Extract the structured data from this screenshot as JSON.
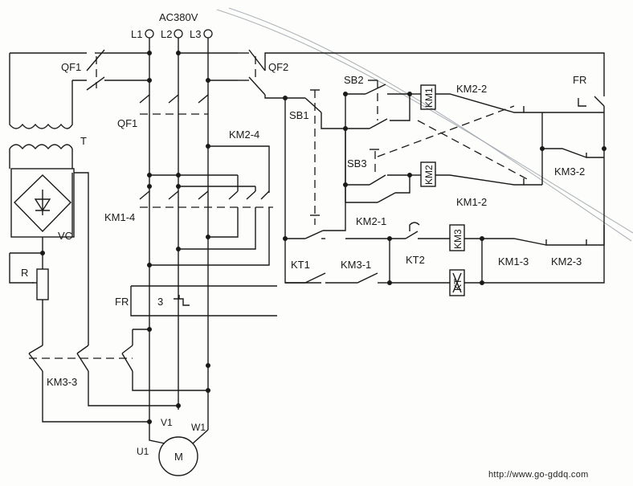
{
  "labels": {
    "supply": "AC380V",
    "l1": "L1",
    "l2": "L2",
    "l3": "L3",
    "qf1_top": "QF1",
    "qf2": "QF2",
    "qf1_main": "QF1",
    "transformer": "T",
    "rectifier": "VC",
    "resistor": "R",
    "km2_4": "KM2-4",
    "km1_4": "KM1-4",
    "fr_main": "FR",
    "fr_num": "3",
    "km3_3": "KM3-3",
    "v1": "V1",
    "w1": "W1",
    "u1": "U1",
    "motor": "M",
    "sb1": "SB1",
    "sb2": "SB2",
    "sb3": "SB3",
    "km1_coil": "KM1",
    "km2_coil": "KM2",
    "km3_coil": "KM3",
    "kt_coil": "KT",
    "km2_2": "KM2-2",
    "fr_ctrl": "FR",
    "km3_2": "KM3-2",
    "km1_2": "KM1-2",
    "km2_1": "KM2-1",
    "kt2": "KT2",
    "kt1": "KT1",
    "km3_1": "KM3-1",
    "km1_3": "KM1-3",
    "km2_3": "KM2-3"
  },
  "watermark": "http://www.go-gddq.com"
}
